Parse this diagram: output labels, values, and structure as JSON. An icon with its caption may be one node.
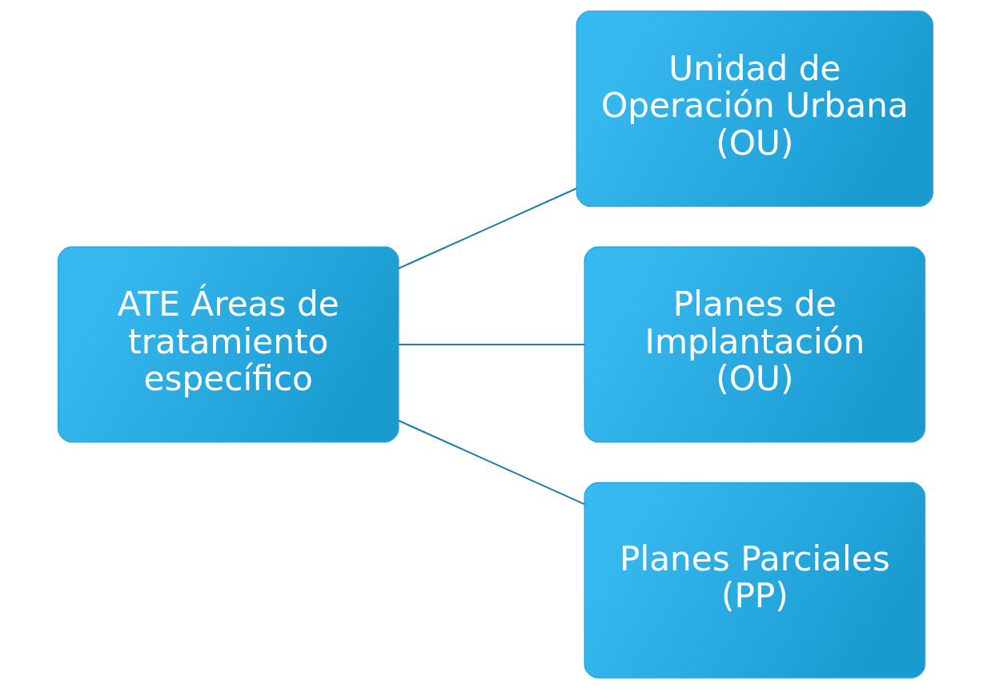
{
  "diagram": {
    "nodes": [
      {
        "text": [
          "ATE Áreas de tratamiento específico"
        ]
      },
      {
        "text": [
          "Unidad de Operación Urbana (OU)"
        ]
      },
      {
        "text": [
          "Planes de Implantación (OU)"
        ]
      },
      {
        "text": [
          "Planes Parciales (PP)"
        ]
      }
    ],
    "edges": [
      {
        "from": 0,
        "to": 1,
        "arrow": "none"
      },
      {
        "from": 0,
        "to": 2,
        "arrow": "none"
      },
      {
        "from": 0,
        "to": 3,
        "arrow": "none"
      }
    ]
  }
}
